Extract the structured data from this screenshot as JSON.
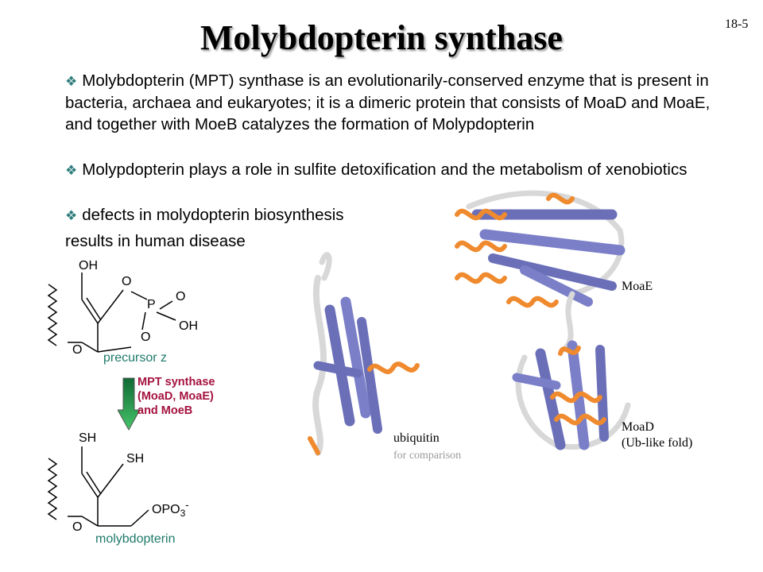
{
  "slide": {
    "title": "Molybdopterin synthase",
    "number": "18-5"
  },
  "bullets": [
    "Molybdopterin (MPT) synthase is an evolutionarily-conserved enzyme that is present in bacteria, archaea and eukaryotes; it is a dimeric protein that consists of MoaD and MoaE, and together with MoeB catalyzes the formation of Molypdopterin",
    "Molypdopterin plays a role in sulfite detoxification and the metabolism of xenobiotics",
    "defects in molydopterin biosynthesis",
    "results in human disease"
  ],
  "bullet_marker": "❖",
  "precursor": {
    "oh_top": "OH",
    "o_ring": "O",
    "p": "P",
    "o_double": "O",
    "oh_right": "OH",
    "o_lower": "O",
    "o_bottom": "O",
    "label": "precursor z"
  },
  "reaction": {
    "line1": "MPT synthase",
    "line2": "(MoaD, MoaE)",
    "line3": "and MoeB",
    "arrow_color": "#1f9a50"
  },
  "product": {
    "sh_top": "SH",
    "sh_right": "SH",
    "opo_main": "OPO",
    "opo_sub": "3",
    "opo_sup": "-",
    "o_bottom": "O",
    "label": "molybdopterin"
  },
  "structures": {
    "moae": "MoaE",
    "moad_line1": "MoaD",
    "moad_line2": "(Ub-like fold)",
    "ubiquitin": "ubiquitin",
    "comparison": "for comparison",
    "strand_color": "#6a6fb8",
    "helix_color": "#f08a2e",
    "loop_color": "#d8d8d8"
  }
}
